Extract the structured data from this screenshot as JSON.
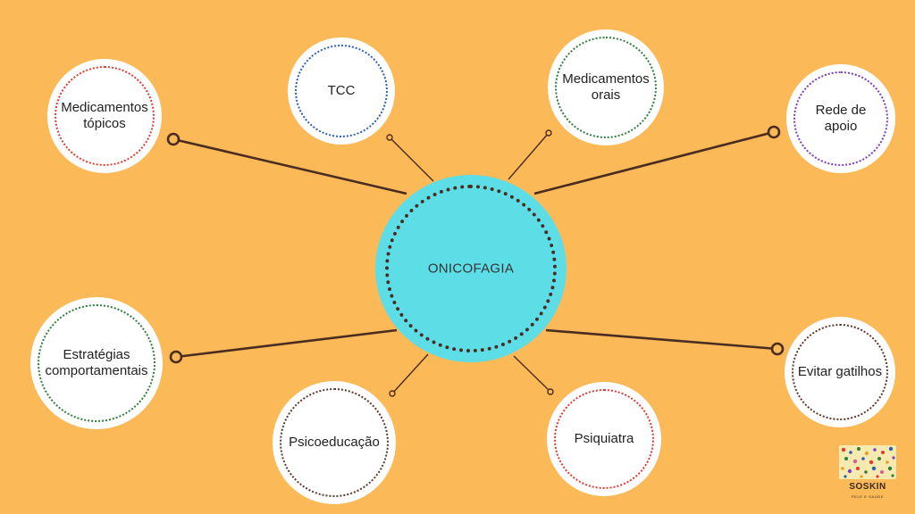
{
  "center": {
    "label": "ONICOFAGIA"
  },
  "nodes": [
    {
      "id": "medicamentos-topicos",
      "label": "Medicamentos\ntópicos",
      "ring_color": "#e03a2f"
    },
    {
      "id": "tcc",
      "label": "TCC",
      "ring_color": "#2b5fb3"
    },
    {
      "id": "medicamentos-orais",
      "label": "Medicamentos\norais",
      "ring_color": "#2e7d3a"
    },
    {
      "id": "rede-de-apoio",
      "label": "Rede de\napoio",
      "ring_color": "#7b3fc4"
    },
    {
      "id": "estrategias-comportamentais",
      "label": "Estratégias\ncomportamentais",
      "ring_color": "#2e7d3a"
    },
    {
      "id": "psicoeducacao",
      "label": "Psicoeducação",
      "ring_color": "#5a3a2a"
    },
    {
      "id": "psiquiatra",
      "label": "Psiquiatra",
      "ring_color": "#e03a2f"
    },
    {
      "id": "evitar-gatilhos",
      "label": "Evitar gatilhos",
      "ring_color": "#5a3a2a"
    }
  ],
  "colors": {
    "background": "#fbb958",
    "center_fill": "#5ddde6",
    "center_ring": "#4a2c21",
    "connector": "#4a2c21"
  },
  "logo": {
    "name": "SOSKIN",
    "tagline": "PELE E SAÚDE"
  }
}
